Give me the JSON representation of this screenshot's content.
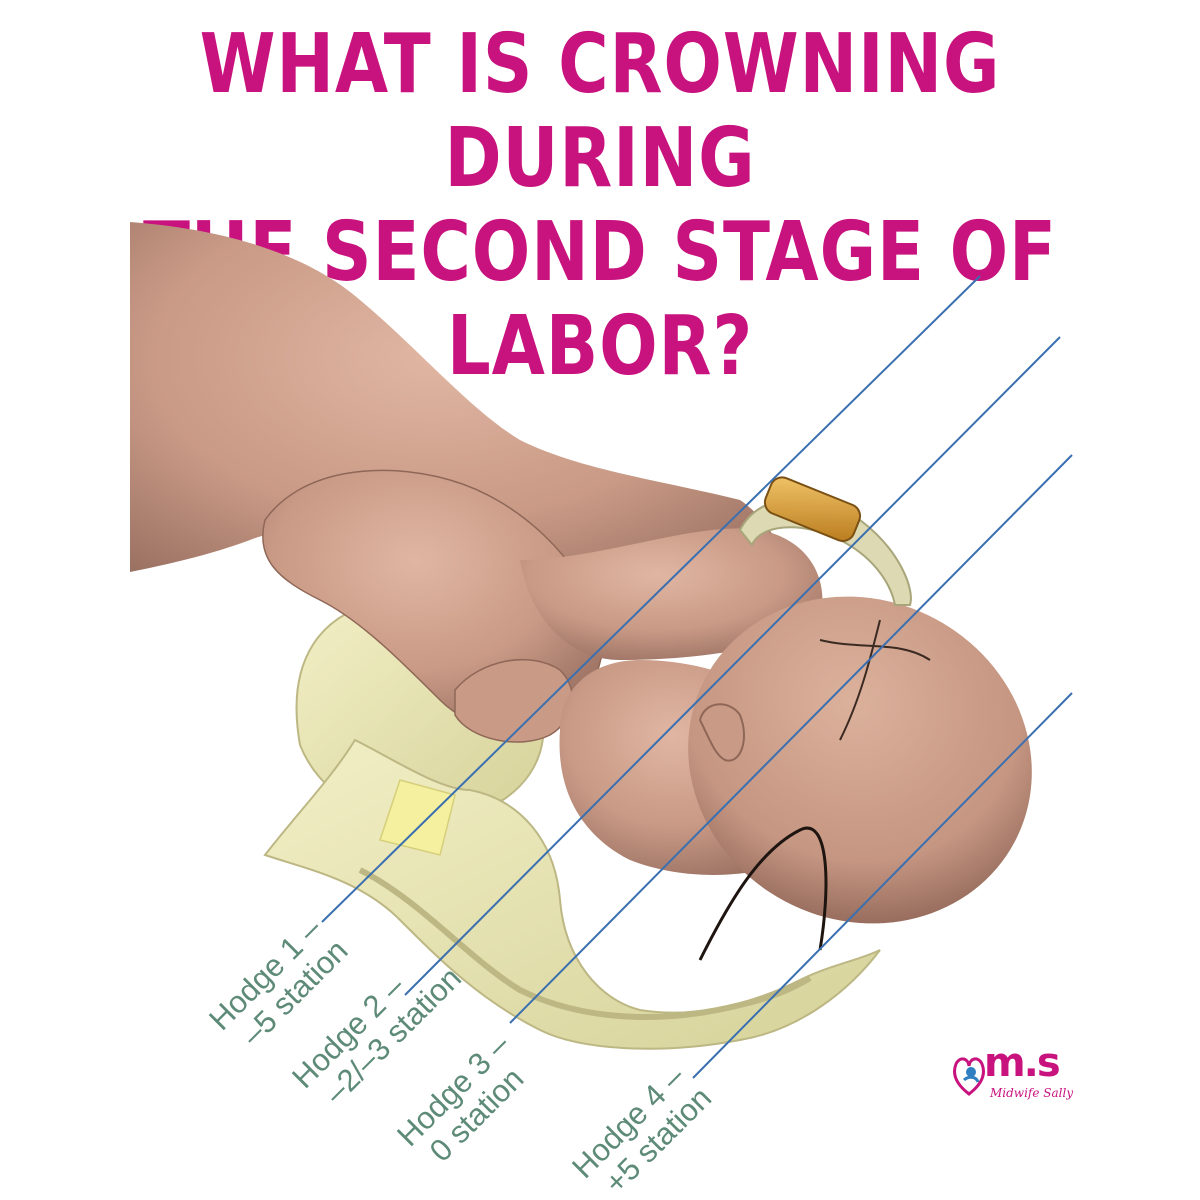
{
  "title": {
    "line1": "WHAT IS CROWNING DURING",
    "line2": "THE SECOND STAGE OF LABOR?"
  },
  "colors": {
    "title": "#c8127e",
    "station_line": "#3a6fb0",
    "station_label": "#5e8a78",
    "skin": "#c99a86",
    "bone": "#ece8b4"
  },
  "stations": [
    {
      "line1": "Hodge 1 –",
      "line2": "–5 station"
    },
    {
      "line1": "Hodge 2 –",
      "line2": "–2/–3 station"
    },
    {
      "line1": "Hodge 3 –",
      "line2": "0 station"
    },
    {
      "line1": "Hodge 4 –",
      "line2": "+5 station"
    }
  ],
  "logo": {
    "letters": "m.s",
    "text": "Midwife Sally",
    "icon": "mother-baby-heart-icon"
  }
}
